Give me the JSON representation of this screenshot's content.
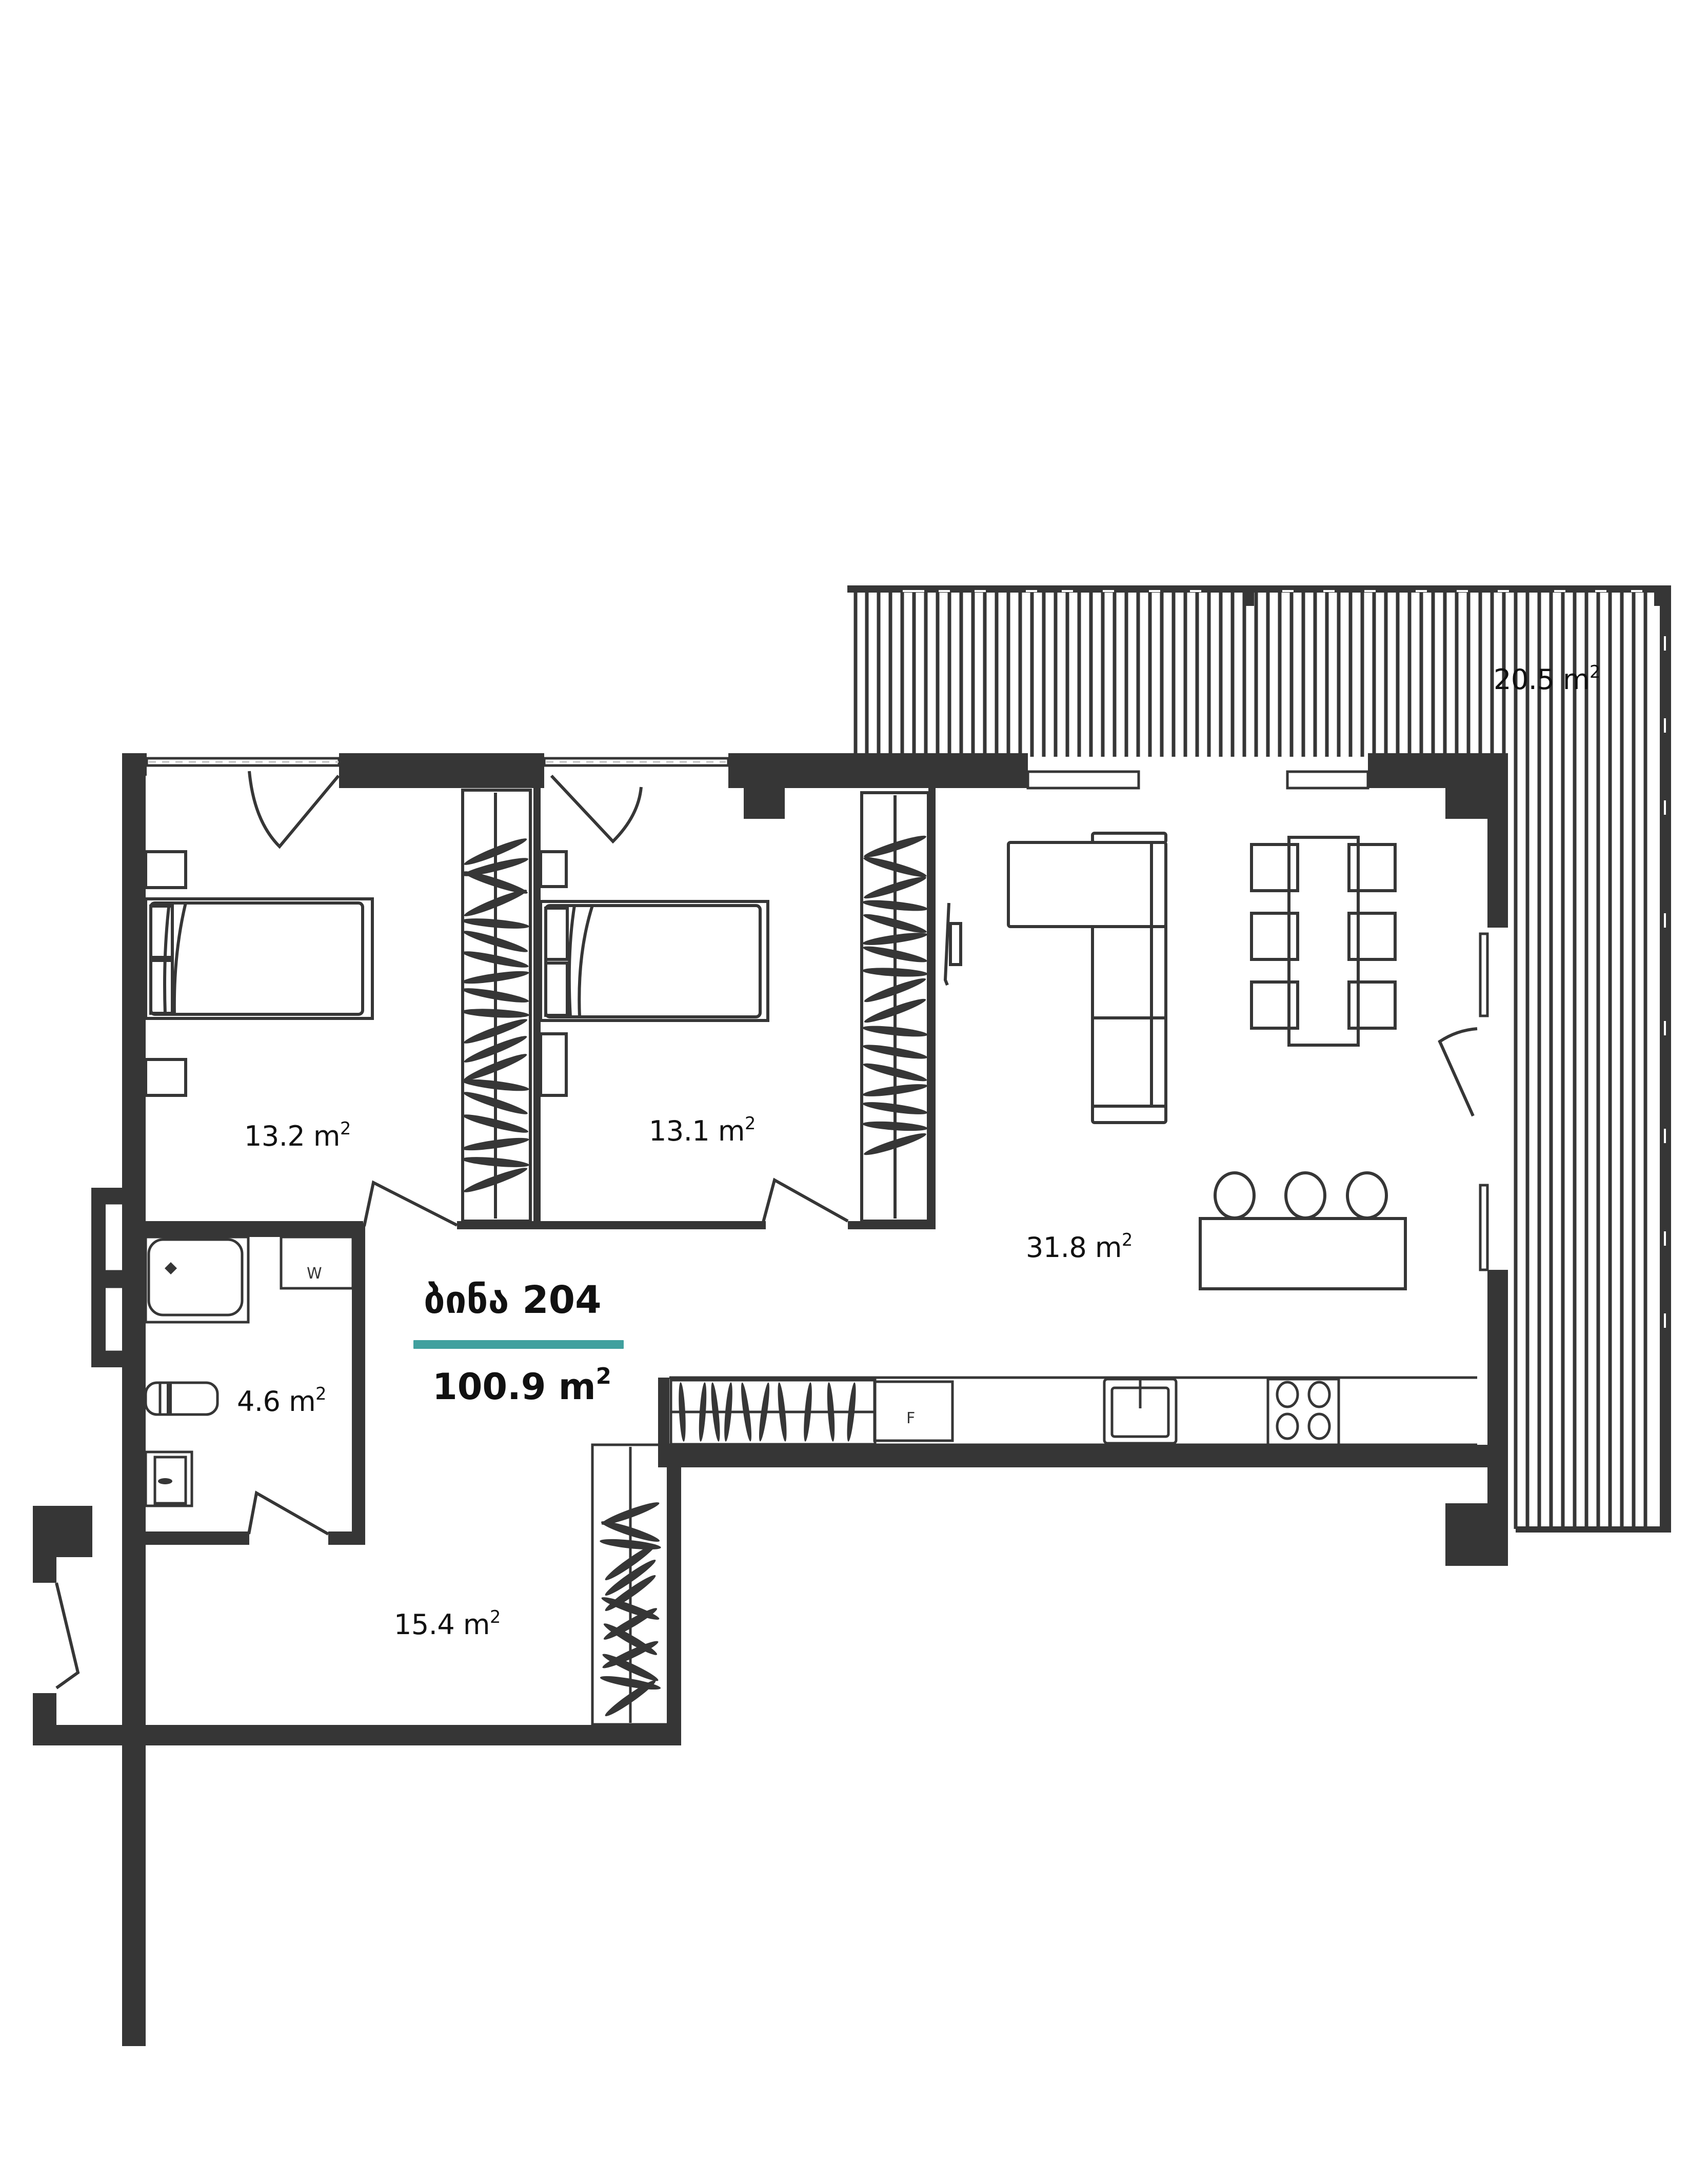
{
  "plan": {
    "unit_name": "ბინა 204",
    "total_area_value": "100.9",
    "total_area_unit": "m",
    "total_area_exp": "2",
    "accent_color": "#40A09E",
    "wall_color": "#363636"
  },
  "rooms": [
    {
      "id": "bedroom-1",
      "area": "13.2",
      "unit": "m",
      "exp": "2"
    },
    {
      "id": "bedroom-2",
      "area": "13.1",
      "unit": "m",
      "exp": "2"
    },
    {
      "id": "living-kitchen",
      "area": "31.8",
      "unit": "m",
      "exp": "2"
    },
    {
      "id": "terrace",
      "area": "20.5",
      "unit": "m",
      "exp": "2"
    },
    {
      "id": "bathroom",
      "area": "4.6",
      "unit": "m",
      "exp": "2"
    },
    {
      "id": "hallway",
      "area": "15.4",
      "unit": "m",
      "exp": "2"
    }
  ],
  "appliances": {
    "washer_label": "W",
    "fridge_label": "F"
  }
}
